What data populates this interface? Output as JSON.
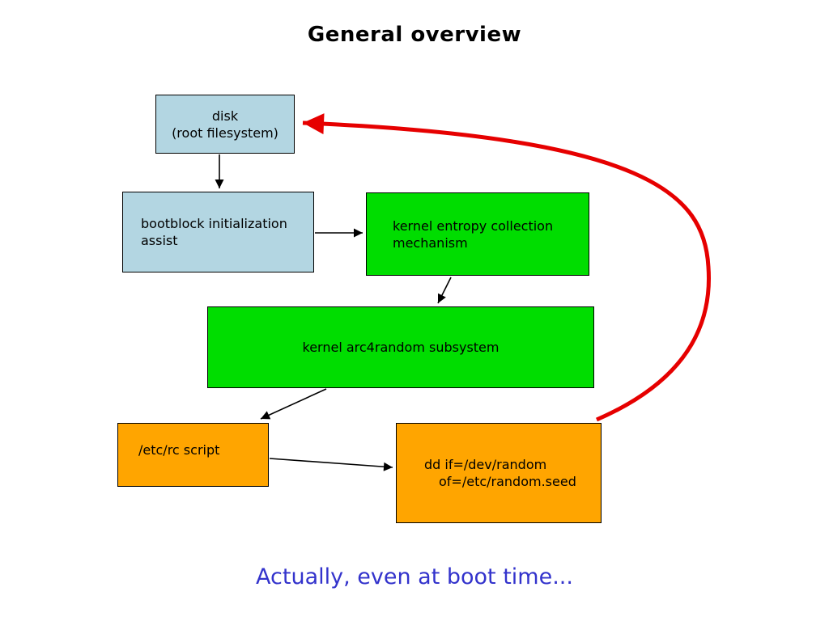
{
  "title": "General overview",
  "caption": "Actually, even at boot time...",
  "colors": {
    "box_blue": "#b3d6e2",
    "box_green": "#00dd00",
    "box_orange": "#ffa500",
    "arrow_red": "#e60000",
    "caption_blue": "#3333cc"
  },
  "boxes": {
    "disk": {
      "line1": "disk",
      "line2": "(root filesystem)"
    },
    "bootblock": {
      "line1": "bootblock initialization",
      "line2": "assist"
    },
    "entropy": {
      "line1": "kernel entropy collection",
      "line2": "mechanism"
    },
    "arc4random": {
      "line1": "kernel arc4random subsystem"
    },
    "rc_script": {
      "line1": "/etc/rc script"
    },
    "dd": {
      "line1": "dd if=/dev/random",
      "line2": "of=/etc/random.seed"
    }
  }
}
